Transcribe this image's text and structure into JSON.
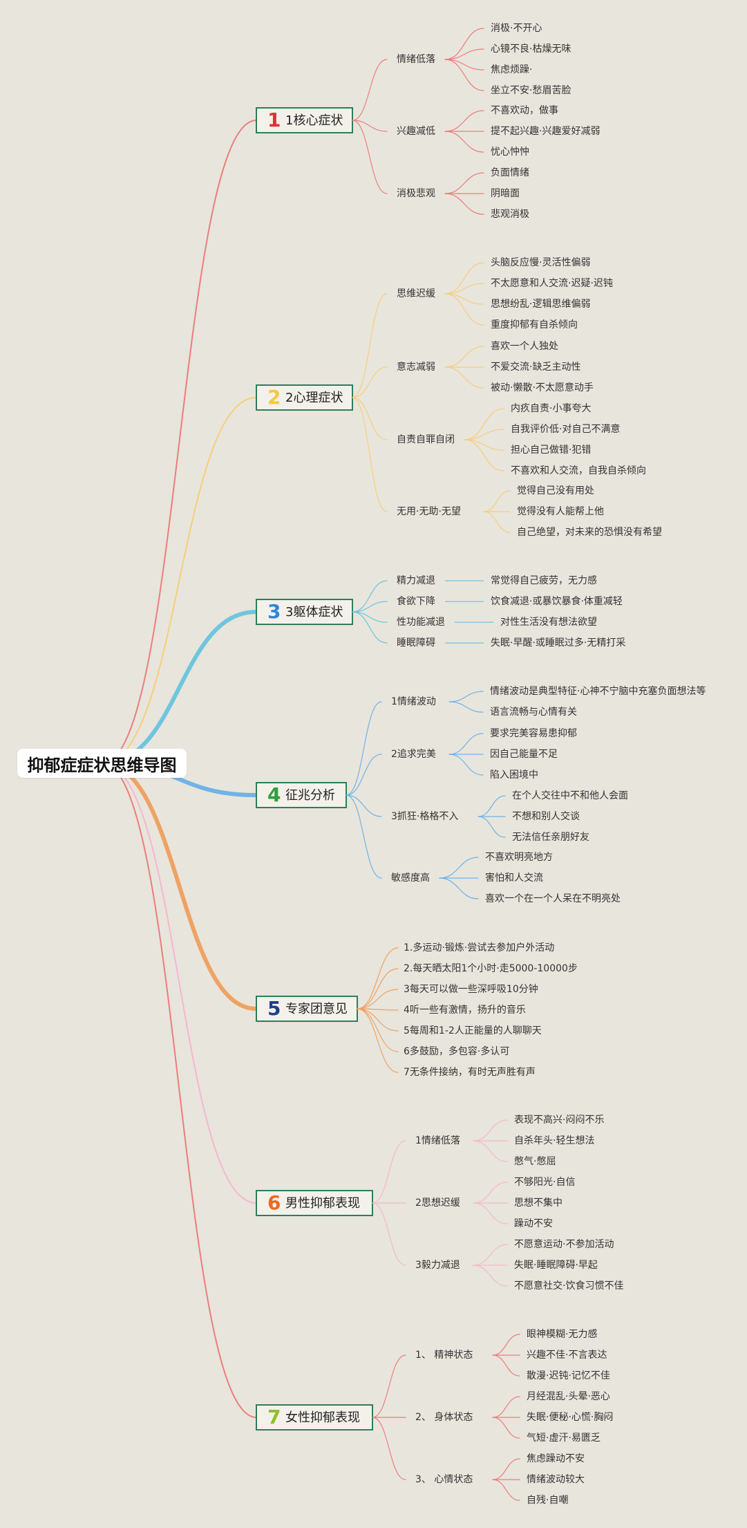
{
  "title": "抑郁症症状思维导图",
  "colors": {
    "background": "#e8e5dc",
    "box_fill": "#f3f1ea",
    "box_border": "#2e7d5b",
    "text": "#333333"
  },
  "branches": [
    {
      "num": "1",
      "num_color": "#e0303a",
      "label": "1核心症状",
      "color": "#ec7d7d",
      "thick": false,
      "groups": [
        {
          "label": "情绪低落",
          "items": [
            "消极·不开心",
            "心镜不良·枯燥无味",
            "焦虑烦躁·",
            "坐立不安·愁眉苦脸"
          ]
        },
        {
          "label": "兴趣减低",
          "items": [
            "不喜欢动，做事",
            "提不起兴趣·兴趣爱好减弱",
            "忧心忡忡"
          ]
        },
        {
          "label": "消极悲观",
          "items": [
            "负面情绪",
            "阴暗面",
            "悲观消极"
          ]
        }
      ]
    },
    {
      "num": "2",
      "num_color": "#f3c842",
      "label": "2心理症状",
      "color": "#f7cf7a",
      "thick": false,
      "groups": [
        {
          "label": "思维迟缓",
          "items": [
            "头脑反应慢·灵活性偏弱",
            "不太愿意和人交流·迟疑·迟钝",
            "思想纷乱·逻辑思维偏弱",
            "重度抑郁有自杀倾向"
          ]
        },
        {
          "label": "意志减弱",
          "items": [
            "喜欢一个人独处",
            "不爱交流·缺乏主动性",
            "被动·懒散·不太愿意动手"
          ]
        },
        {
          "label": "自责自罪自闭",
          "items": [
            "内疚自责·小事夸大",
            "自我评价低·对自己不满意",
            "担心自己做错·犯错",
            "不喜欢和人交流，自我自杀倾向"
          ]
        },
        {
          "label": "无用·无助·无望",
          "items": [
            "觉得自己没有用处",
            "觉得没有人能帮上他",
            "自己绝望，对未来的恐惧没有希望"
          ]
        }
      ]
    },
    {
      "num": "3",
      "num_color": "#2f86d6",
      "label": "3躯体症状",
      "color": "#6ec6de",
      "thick": true,
      "groups": [
        {
          "label": "精力减退",
          "items": [
            "常觉得自己疲劳，无力感"
          ]
        },
        {
          "label": "食欲下降",
          "items": [
            "饮食减退·或暴饮暴食·体重减轻"
          ]
        },
        {
          "label": "性功能减退",
          "items": [
            "对性生活没有想法欲望"
          ]
        },
        {
          "label": "睡眠障碍",
          "items": [
            "失眠·早醒·或睡眠过多·无精打采"
          ]
        }
      ]
    },
    {
      "num": "4",
      "num_color": "#2e9e3f",
      "label": "征兆分析",
      "color": "#6fb3e8",
      "thick": true,
      "groups": [
        {
          "label": "1情绪波动",
          "items": [
            "情绪波动是典型特征·心神不宁脑中充塞负面想法等",
            "语言流畅与心情有关"
          ]
        },
        {
          "label": "2追求完美",
          "items": [
            "要求完美容易患抑郁",
            "因自己能量不足",
            "陷入困境中"
          ]
        },
        {
          "label": "3抓狂·格格不入",
          "items": [
            "在个人交往中不和他人会面",
            "不想和别人交谈",
            "无法信任亲朋好友"
          ]
        },
        {
          "label": "敏感度高",
          "items": [
            "不喜欢明亮地方",
            "害怕和人交流",
            "喜欢一个在一个人呆在不明亮处"
          ]
        }
      ]
    },
    {
      "num": "5",
      "num_color": "#1d3f8f",
      "label": "专家团意见",
      "color": "#eea264",
      "thick": true,
      "items": [
        "1.多运动·锻炼·尝试去参加户外活动",
        "2.每天晒太阳1个小时·走5000-10000步",
        "3每天可以做一些深呼吸10分钟",
        "4听一些有激情，扬升的音乐",
        "5每周和1-2人正能量的人聊聊天",
        "6多鼓励，多包容·多认可",
        "7无条件接纳，有时无声胜有声"
      ]
    },
    {
      "num": "6",
      "num_color": "#ee6a1e",
      "label": "男性抑郁表现",
      "color": "#f7b6cf",
      "thick": false,
      "groups": [
        {
          "label": "1情绪低落",
          "items": [
            "表现不高兴·闷闷不乐",
            "自杀年头·轻生想法",
            "憋气·憋屈"
          ]
        },
        {
          "label": "2思想迟缓",
          "items": [
            "不够阳光·自信",
            "思想不集中",
            "躁动不安"
          ]
        },
        {
          "label": "3毅力减退",
          "items": [
            "不愿意运动·不参加活动",
            "失眠·睡眠障碍·早起",
            "不愿意社交·饮食习惯不佳"
          ]
        }
      ]
    },
    {
      "num": "7",
      "num_color": "#8fbf2b",
      "label": "女性抑郁表现",
      "color": "#ec7d7d",
      "thick": false,
      "groups": [
        {
          "label": "1、 精神状态",
          "items": [
            "眼神模糊·无力感",
            "兴趣不佳·不言表达",
            "散漫·迟钝·记忆不佳"
          ]
        },
        {
          "label": "2、 身体状态",
          "items": [
            "月经混乱·头晕·恶心",
            "失眠·便秘·心慌·胸闷",
            "气短·虚汗·易匮乏"
          ]
        },
        {
          "label": "3、 心情状态",
          "items": [
            "焦虑躁动不安",
            "情绪波动较大",
            "自残·自嘲"
          ]
        }
      ]
    }
  ]
}
